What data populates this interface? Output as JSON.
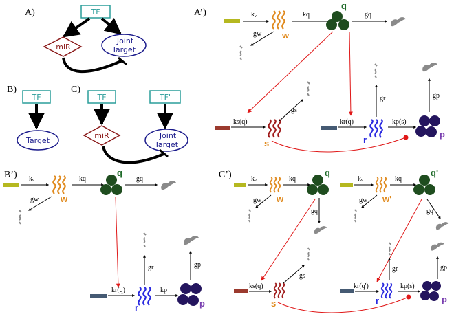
{
  "panels": {
    "A": "A)",
    "B": "B)",
    "C": "C)",
    "Ap": "A’)",
    "Bp": "B’)",
    "Cp": "C’)"
  },
  "nodes": {
    "tf": "TF",
    "tf_prime": "TF'",
    "mir": "miR",
    "joint_target_l1": "Joint",
    "joint_target_l2": "Target",
    "target": "Target"
  },
  "species": {
    "w": "w",
    "w_prime": "w'",
    "q": "q",
    "q_prime": "q'",
    "s": "s",
    "r": "r",
    "p": "p"
  },
  "rates": {
    "kw": "kᵥ",
    "kq": "kq",
    "gw": "gw",
    "gq": "gq",
    "gs": "gs",
    "gr": "gr",
    "gp": "gp",
    "ks_q": "ks(q)",
    "kr_q": "kr(q)",
    "kr_qp": "kr(q')",
    "kp_s": "kp(s)",
    "kp": "kp"
  },
  "colors": {
    "tf_box": "#2a9d9a",
    "mir": "#8b1a1a",
    "joint_target": "#1a1a8b",
    "gene_w": "#b5b820",
    "gene_s": "#9b3a2e",
    "gene_r": "#455a73",
    "mrna_w": "#e08a1e",
    "mrna_s": "#a01c1c",
    "mrna_r": "#2a2ae0",
    "protein_q": "#1f4d1f",
    "protein_p": "#24155e",
    "degraded": "#8a8a8a",
    "regulation": "#e01818"
  }
}
